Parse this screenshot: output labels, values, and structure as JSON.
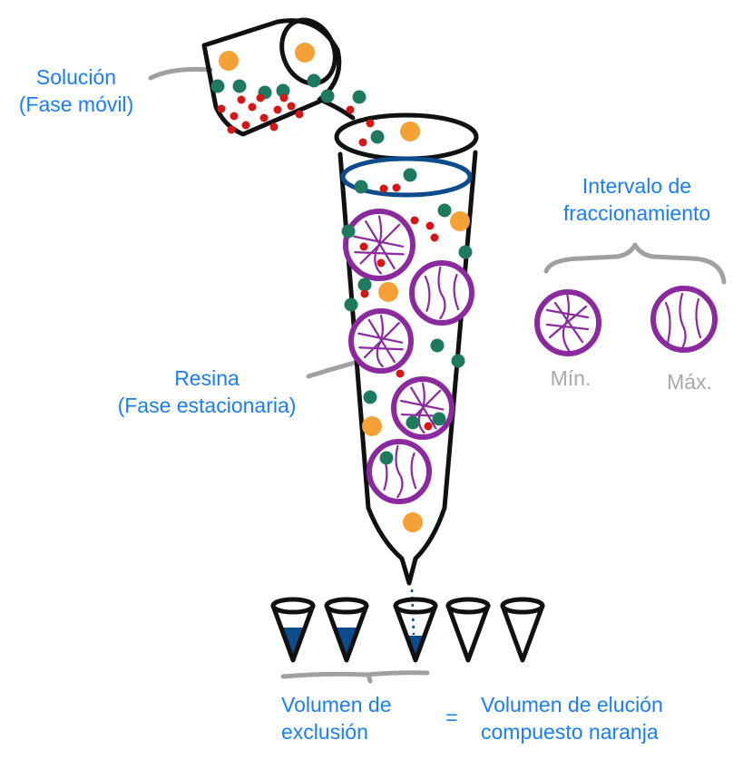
{
  "labels": {
    "solution_line1": "Solución",
    "solution_line2": "(Fase móvil)",
    "resin_line1": "Resina",
    "resin_line2": "(Fase estacionaria)",
    "interval_line1": "Intervalo de",
    "interval_line2": "fraccionamiento",
    "min": "Mín.",
    "max": "Máx.",
    "exclusion_line1": "Volumen de",
    "exclusion_line2": "exclusión",
    "equals": "=",
    "elution_line1": "Volumen de elución",
    "elution_line2": "compuesto naranja"
  },
  "colors": {
    "label_blue": "#1a7ef2",
    "label_grey": "#a8a8a8",
    "resin_purple": "#8b2a9e",
    "large_particle_orange": "#f4a236",
    "medium_particle_green": "#1e7a5e",
    "small_particle_red": "#d41616",
    "eluate_navy": "#0d4c8c",
    "column_outline": "#111111"
  },
  "fractions": {
    "tube_fill_levels": [
      0.6,
      0.6,
      0.45,
      0,
      0
    ]
  }
}
